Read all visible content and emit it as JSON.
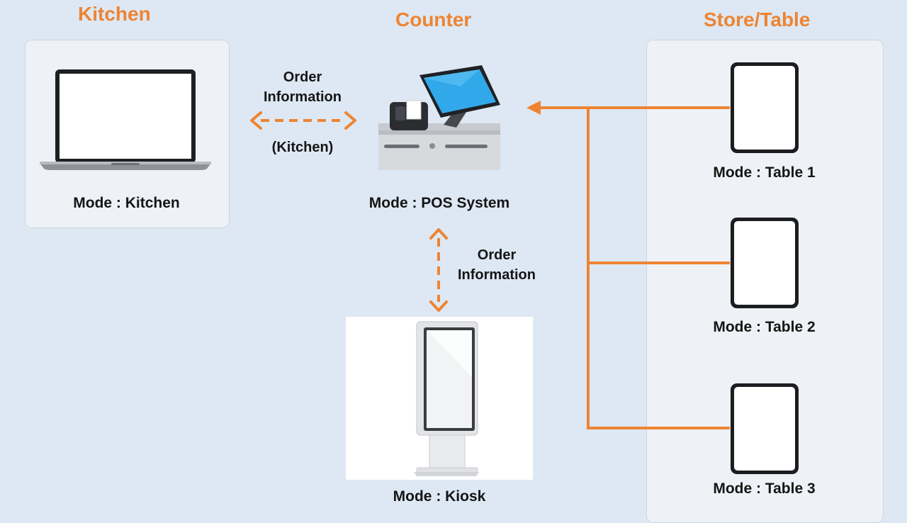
{
  "sections": {
    "kitchen": "Kitchen",
    "counter": "Counter",
    "store": "Store/Table"
  },
  "devices": {
    "kitchen": "Mode : Kitchen",
    "pos": "Mode : POS System",
    "kiosk": "Mode : Kiosk",
    "table1": "Mode : Table 1",
    "table2": "Mode : Table 2",
    "table3": "Mode : Table 3"
  },
  "flows": {
    "kitchen_line1": "Order",
    "kitchen_line2": "Information",
    "kitchen_line3": "(Kitchen)",
    "kiosk_line1": "Order",
    "kiosk_line2": "Information"
  },
  "colors": {
    "accent": "#ee8432",
    "background": "#dde8f4",
    "panel": "#eef1f5"
  }
}
